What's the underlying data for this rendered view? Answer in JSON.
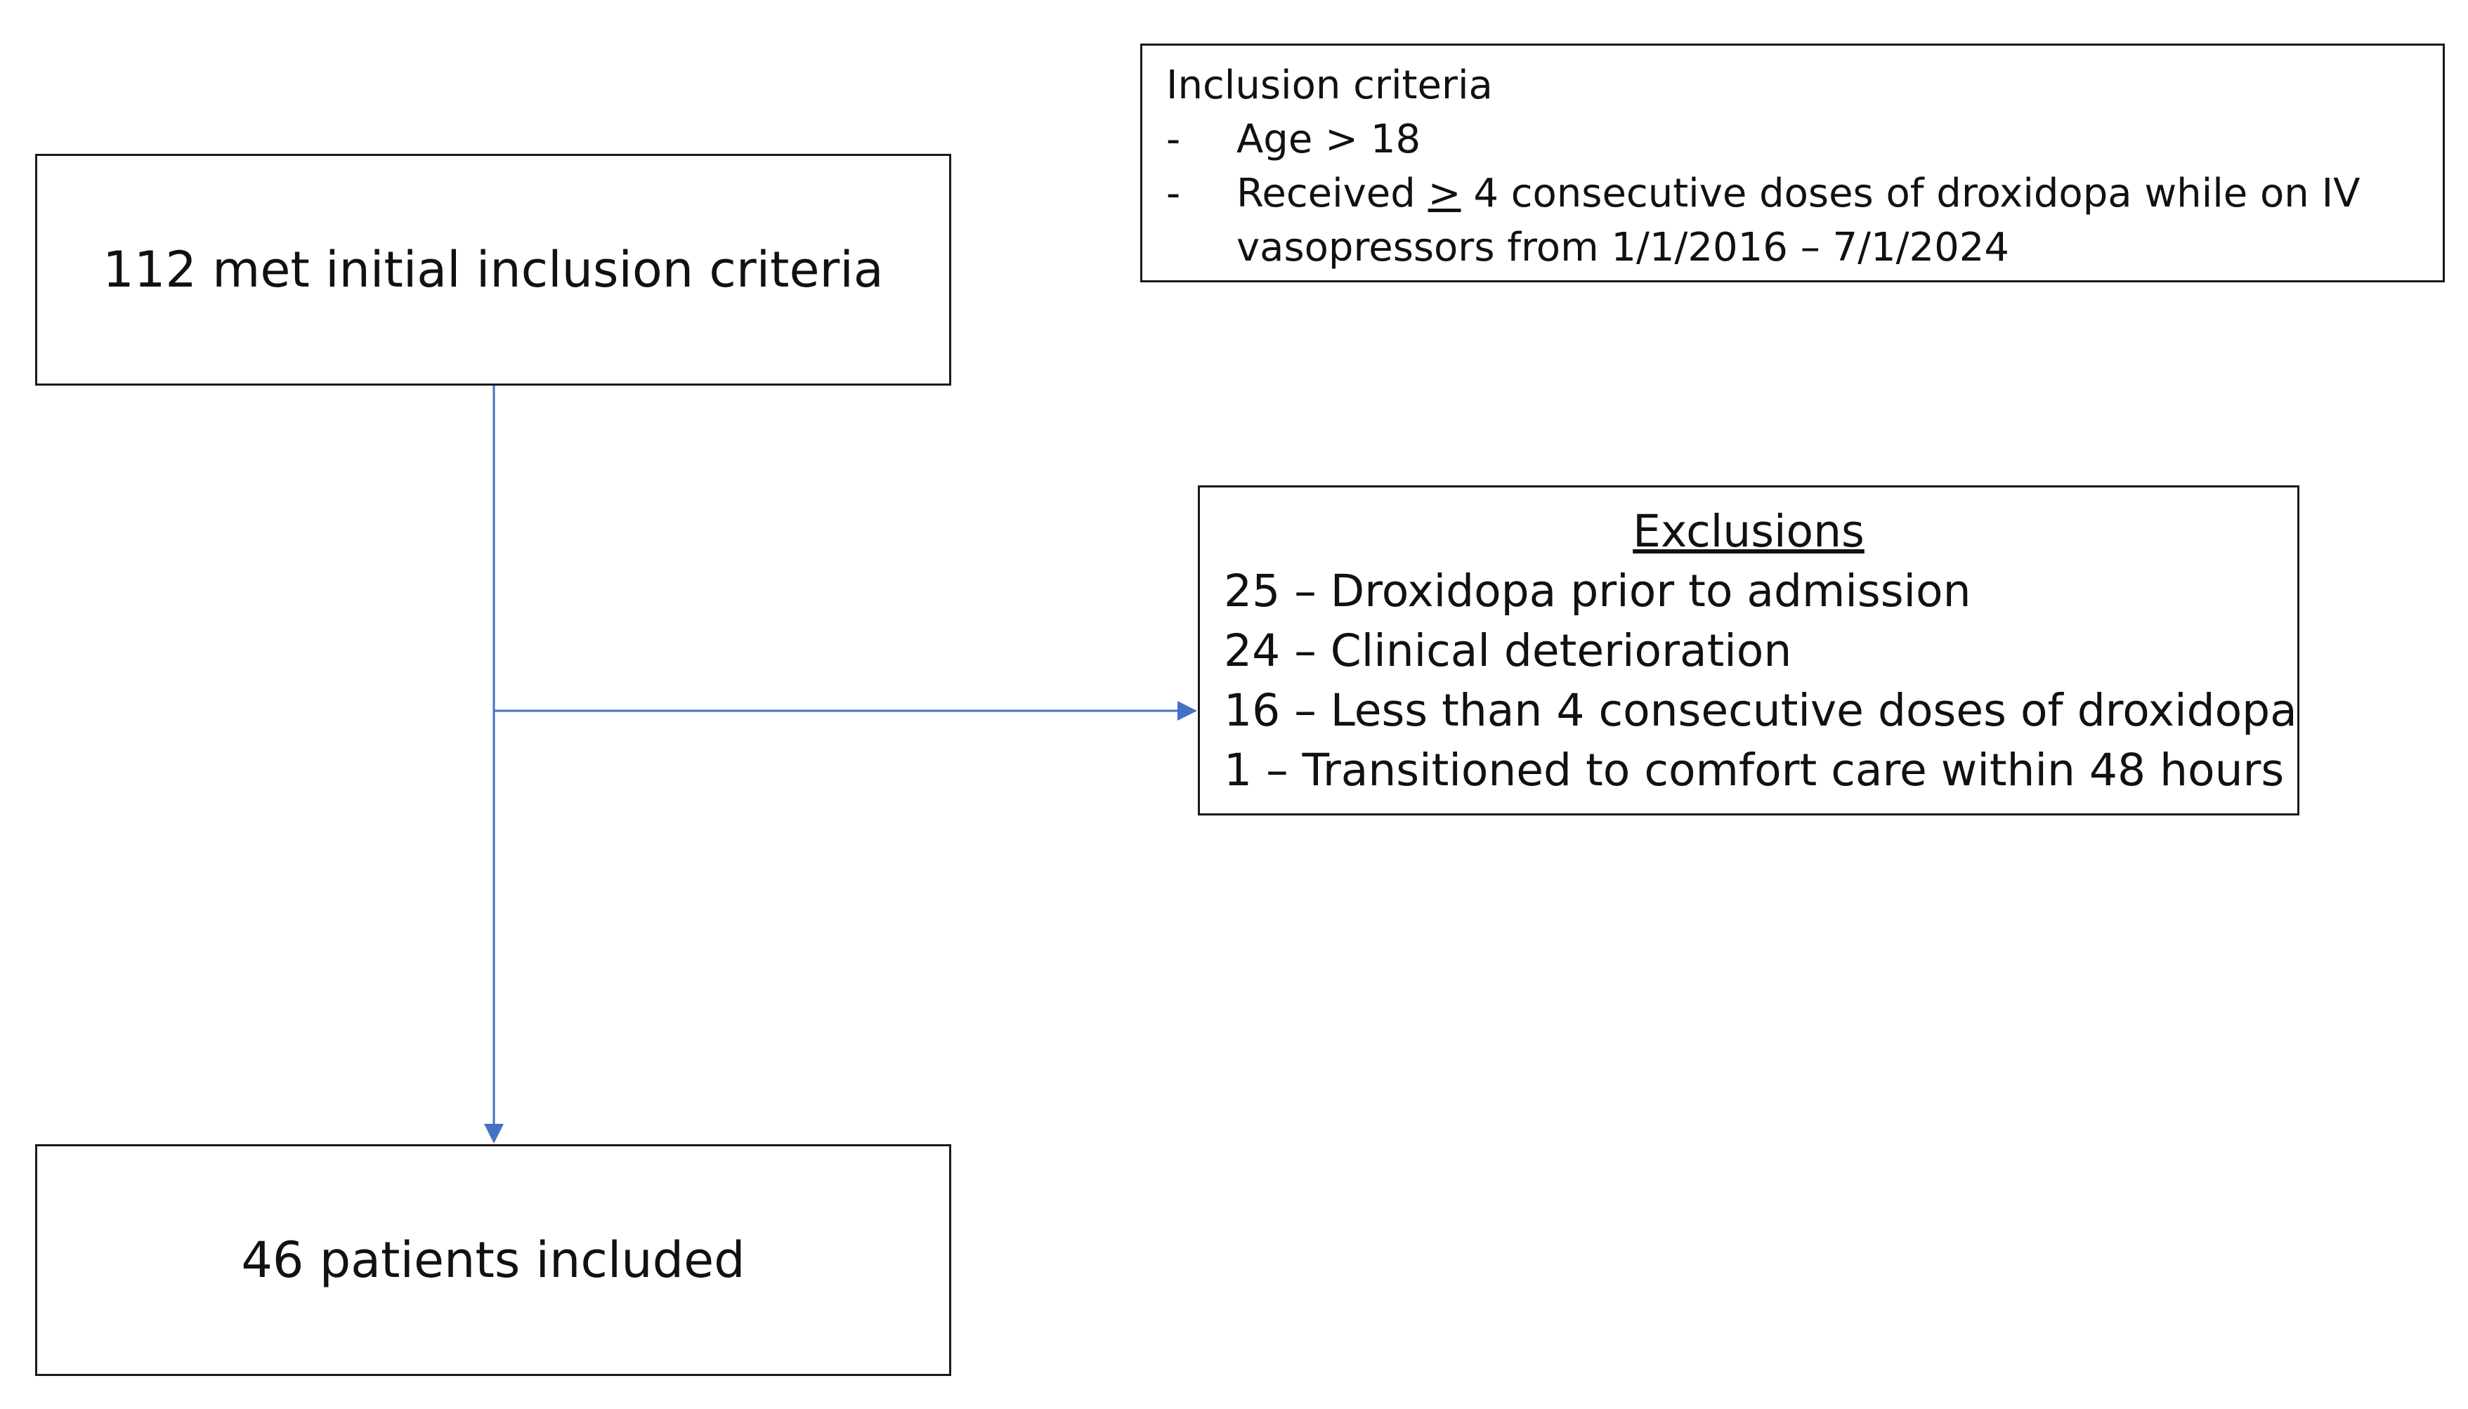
{
  "flow": {
    "initial": "112 met initial inclusion criteria",
    "included": "46 patients included"
  },
  "inclusion": {
    "title": "Inclusion criteria",
    "items": [
      {
        "marker": "-",
        "parts": [
          "Age > 18"
        ]
      },
      {
        "marker": "-",
        "parts": [
          "Received ",
          ">",
          " 4 consecutive doses of droxidopa while on IV vasopressors from 1/1/2016 – 7/1/2024"
        ]
      }
    ]
  },
  "exclusions": {
    "title": "Exclusions",
    "items": [
      "25 – Droxidopa prior to admission",
      "24 – Clinical deterioration",
      "16 – Less than 4 consecutive doses of droxidopa",
      "1 – Transitioned to comfort care within 48 hours"
    ]
  },
  "colors": {
    "arrow": "#4472C4",
    "border": "#1a1a1a"
  }
}
